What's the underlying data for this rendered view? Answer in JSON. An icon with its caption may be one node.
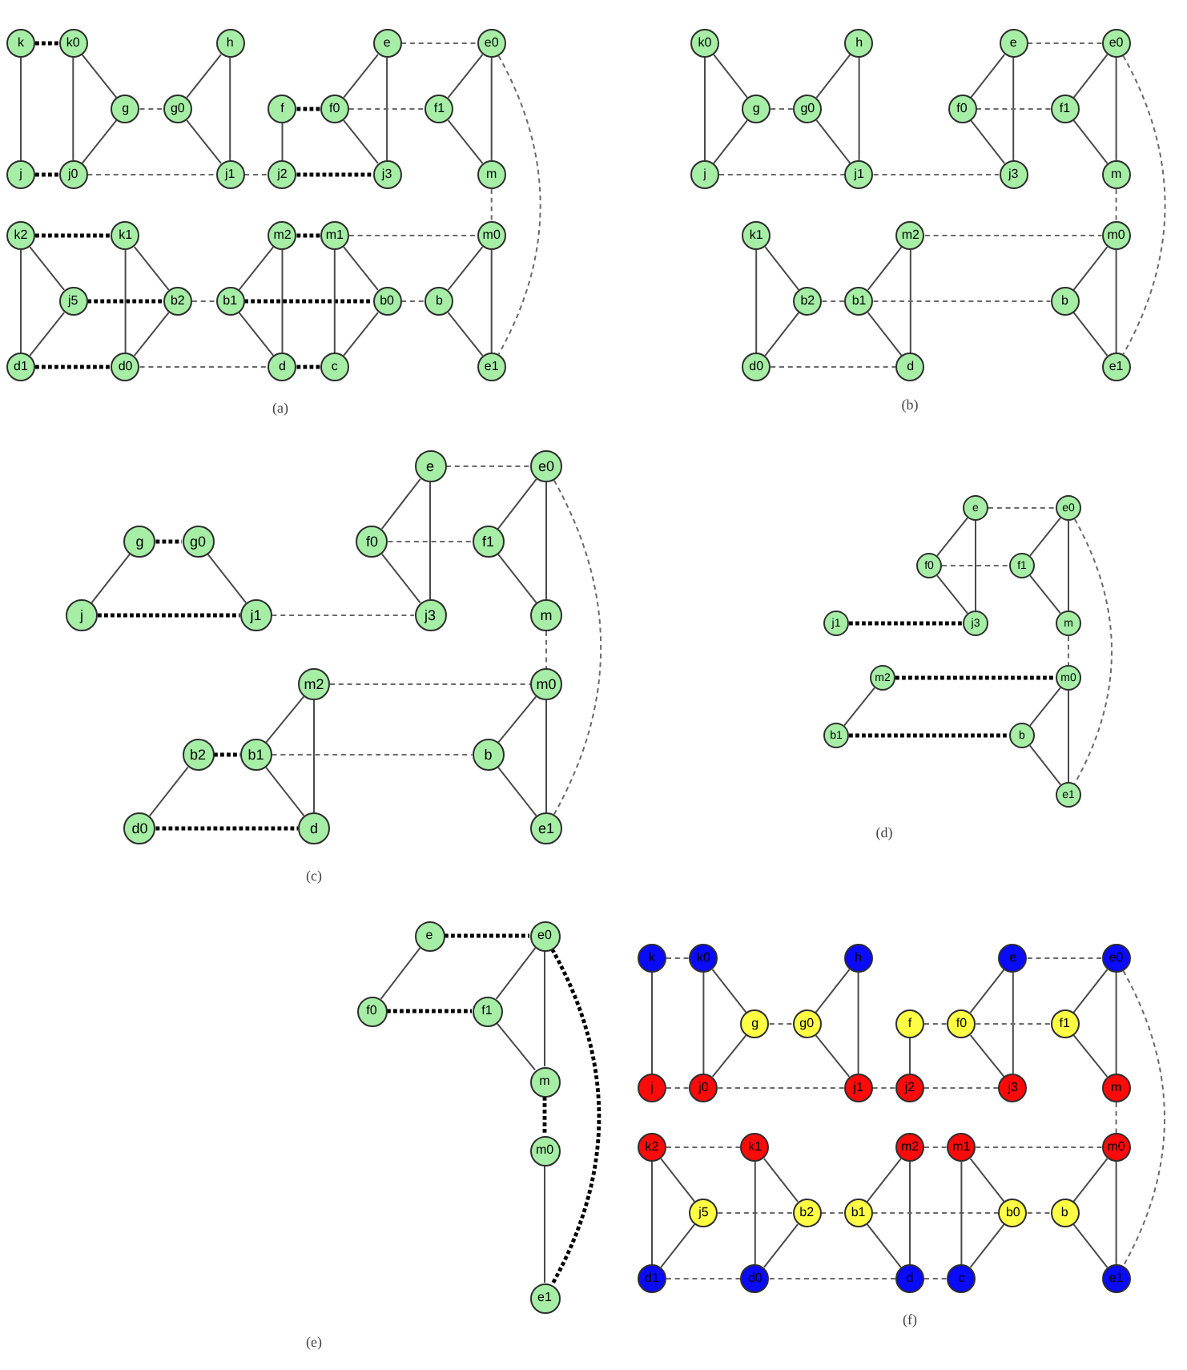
{
  "diagram": {
    "nodes": [
      {
        "text": [
          "k"
        ]
      },
      {
        "text": [
          "k0"
        ]
      },
      {
        "text": [
          "h"
        ]
      },
      {
        "text": [
          "e"
        ]
      },
      {
        "text": [
          "e0"
        ]
      },
      {
        "text": [
          "g"
        ]
      },
      {
        "text": [
          "g0"
        ]
      },
      {
        "text": [
          "f"
        ]
      },
      {
        "text": [
          "f0"
        ]
      },
      {
        "text": [
          "f1"
        ]
      },
      {
        "text": [
          "j"
        ]
      },
      {
        "text": [
          "j0"
        ]
      },
      {
        "text": [
          "j1"
        ]
      },
      {
        "text": [
          "j2"
        ]
      },
      {
        "text": [
          "j3"
        ]
      },
      {
        "text": [
          "m"
        ]
      },
      {
        "text": [
          "k2"
        ]
      },
      {
        "text": [
          "k1"
        ]
      },
      {
        "text": [
          "m2"
        ]
      },
      {
        "text": [
          "m1"
        ]
      },
      {
        "text": [
          "m0"
        ]
      },
      {
        "text": [
          "j5"
        ]
      },
      {
        "text": [
          "b2"
        ]
      },
      {
        "text": [
          "b1"
        ]
      },
      {
        "text": [
          "b0"
        ]
      },
      {
        "text": [
          "b"
        ]
      },
      {
        "text": [
          "d1"
        ]
      },
      {
        "text": [
          "d0"
        ]
      },
      {
        "text": [
          "d"
        ]
      },
      {
        "text": [
          "c"
        ]
      },
      {
        "text": [
          "e1"
        ]
      },
      {
        "text": [
          "k0"
        ]
      },
      {
        "text": [
          "h"
        ]
      },
      {
        "text": [
          "e"
        ]
      },
      {
        "text": [
          "e0"
        ]
      },
      {
        "text": [
          "g"
        ]
      },
      {
        "text": [
          "g0"
        ]
      },
      {
        "text": [
          "f0"
        ]
      },
      {
        "text": [
          "f1"
        ]
      },
      {
        "text": [
          "j"
        ]
      },
      {
        "text": [
          "j1"
        ]
      },
      {
        "text": [
          "j3"
        ]
      },
      {
        "text": [
          "m"
        ]
      },
      {
        "text": [
          "k1"
        ]
      },
      {
        "text": [
          "m2"
        ]
      },
      {
        "text": [
          "m0"
        ]
      },
      {
        "text": [
          "b2"
        ]
      },
      {
        "text": [
          "b1"
        ]
      },
      {
        "text": [
          "b"
        ]
      },
      {
        "text": [
          "d0"
        ]
      },
      {
        "text": [
          "d"
        ]
      },
      {
        "text": [
          "e1"
        ]
      },
      {
        "text": [
          "e"
        ]
      },
      {
        "text": [
          "e0"
        ]
      },
      {
        "text": [
          "g"
        ]
      },
      {
        "text": [
          "g0"
        ]
      },
      {
        "text": [
          "f0"
        ]
      },
      {
        "text": [
          "f1"
        ]
      },
      {
        "text": [
          "j"
        ]
      },
      {
        "text": [
          "j1"
        ]
      },
      {
        "text": [
          "j3"
        ]
      },
      {
        "text": [
          "m"
        ]
      },
      {
        "text": [
          "m2"
        ]
      },
      {
        "text": [
          "m0"
        ]
      },
      {
        "text": [
          "b2"
        ]
      },
      {
        "text": [
          "b1"
        ]
      },
      {
        "text": [
          "b"
        ]
      },
      {
        "text": [
          "d0"
        ]
      },
      {
        "text": [
          "d"
        ]
      },
      {
        "text": [
          "e1"
        ]
      },
      {
        "text": [
          "e"
        ]
      },
      {
        "text": [
          "e0"
        ]
      },
      {
        "text": [
          "f0"
        ]
      },
      {
        "text": [
          "f1"
        ]
      },
      {
        "text": [
          "j1"
        ]
      },
      {
        "text": [
          "j3"
        ]
      },
      {
        "text": [
          "m"
        ]
      },
      {
        "text": [
          "m2"
        ]
      },
      {
        "text": [
          "m0"
        ]
      },
      {
        "text": [
          "b1"
        ]
      },
      {
        "text": [
          "b"
        ]
      },
      {
        "text": [
          "e1"
        ]
      },
      {
        "text": [
          "e"
        ]
      },
      {
        "text": [
          "e0"
        ]
      },
      {
        "text": [
          "f0"
        ]
      },
      {
        "text": [
          "f1"
        ]
      },
      {
        "text": [
          "m"
        ]
      },
      {
        "text": [
          "m0"
        ]
      },
      {
        "text": [
          "e1"
        ]
      },
      {
        "text": [
          "k"
        ]
      },
      {
        "text": [
          "k0"
        ]
      },
      {
        "text": [
          "h"
        ]
      },
      {
        "text": [
          "e"
        ]
      },
      {
        "text": [
          "e0"
        ]
      },
      {
        "text": [
          "g"
        ]
      },
      {
        "text": [
          "g0"
        ]
      },
      {
        "text": [
          "f"
        ]
      },
      {
        "text": [
          "f0"
        ]
      },
      {
        "text": [
          "f1"
        ]
      },
      {
        "text": [
          "j"
        ]
      },
      {
        "text": [
          "j0"
        ]
      },
      {
        "text": [
          "j1"
        ]
      },
      {
        "text": [
          "j2"
        ]
      },
      {
        "text": [
          "j3"
        ]
      },
      {
        "text": [
          "m"
        ]
      },
      {
        "text": [
          "k2"
        ]
      },
      {
        "text": [
          "k1"
        ]
      },
      {
        "text": [
          "m2"
        ]
      },
      {
        "text": [
          "m1"
        ]
      },
      {
        "text": [
          "m0"
        ]
      },
      {
        "text": [
          "j5"
        ]
      },
      {
        "text": [
          "b2"
        ]
      },
      {
        "text": [
          "b1"
        ]
      },
      {
        "text": [
          "b0"
        ]
      },
      {
        "text": [
          "b"
        ]
      },
      {
        "text": [
          "d1"
        ]
      },
      {
        "text": [
          "d0"
        ]
      },
      {
        "text": [
          "d"
        ]
      },
      {
        "text": [
          "c"
        ]
      },
      {
        "text": [
          "e1"
        ]
      }
    ],
    "edges": [
      {
        "from": 0,
        "to": 1,
        "arrow": "none",
        "style": "dashed",
        "color": "#000000"
      },
      {
        "from": 0,
        "to": 10,
        "arrow": "none"
      },
      {
        "from": 1,
        "to": 11,
        "arrow": "none"
      },
      {
        "from": 1,
        "to": 5,
        "arrow": "none"
      },
      {
        "from": 5,
        "to": 11,
        "arrow": "none"
      },
      {
        "from": 5,
        "to": 6,
        "arrow": "none",
        "style": "dashed"
      },
      {
        "from": 6,
        "to": 2,
        "arrow": "none"
      },
      {
        "from": 6,
        "to": 12,
        "arrow": "none"
      },
      {
        "from": 2,
        "to": 12,
        "arrow": "none"
      },
      {
        "from": 10,
        "to": 11,
        "arrow": "none",
        "style": "dashed",
        "color": "#000000"
      },
      {
        "from": 11,
        "to": 12,
        "arrow": "none",
        "style": "dashed"
      },
      {
        "from": 12,
        "to": 13,
        "arrow": "none",
        "style": "dashed"
      },
      {
        "from": 13,
        "to": 14,
        "arrow": "none",
        "style": "dashed",
        "color": "#000000"
      },
      {
        "from": 7,
        "to": 8,
        "arrow": "none",
        "style": "dashed",
        "color": "#000000"
      },
      {
        "from": 7,
        "to": 13,
        "arrow": "none"
      },
      {
        "from": 3,
        "to": 8,
        "arrow": "none"
      },
      {
        "from": 3,
        "to": 14,
        "arrow": "none"
      },
      {
        "from": 8,
        "to": 14,
        "arrow": "none"
      },
      {
        "from": 3,
        "to": 4,
        "arrow": "none",
        "style": "dashed"
      },
      {
        "from": 8,
        "to": 9,
        "arrow": "none",
        "style": "dashed"
      },
      {
        "from": 4,
        "to": 9,
        "arrow": "none"
      },
      {
        "from": 4,
        "to": 15,
        "arrow": "none"
      },
      {
        "from": 9,
        "to": 15,
        "arrow": "none"
      },
      {
        "from": 15,
        "to": 20,
        "arrow": "none",
        "style": "dashed"
      },
      {
        "from": 4,
        "to": 30,
        "arrow": "none",
        "style": "dashed"
      },
      {
        "from": 16,
        "to": 17,
        "arrow": "none",
        "style": "dashed",
        "color": "#000000"
      },
      {
        "from": 16,
        "to": 21,
        "arrow": "none"
      },
      {
        "from": 16,
        "to": 26,
        "arrow": "none"
      },
      {
        "from": 21,
        "to": 26,
        "arrow": "none"
      },
      {
        "from": 21,
        "to": 22,
        "arrow": "none",
        "style": "dashed",
        "color": "#000000"
      },
      {
        "from": 17,
        "to": 22,
        "arrow": "none"
      },
      {
        "from": 17,
        "to": 27,
        "arrow": "none"
      },
      {
        "from": 22,
        "to": 27,
        "arrow": "none"
      },
      {
        "from": 26,
        "to": 27,
        "arrow": "none",
        "style": "dashed",
        "color": "#000000"
      },
      {
        "from": 22,
        "to": 23,
        "arrow": "none",
        "style": "dashed"
      },
      {
        "from": 23,
        "to": 18,
        "arrow": "none"
      },
      {
        "from": 23,
        "to": 28,
        "arrow": "none"
      },
      {
        "from": 18,
        "to": 28,
        "arrow": "none"
      },
      {
        "from": 18,
        "to": 19,
        "arrow": "none",
        "style": "dashed",
        "color": "#000000"
      },
      {
        "from": 23,
        "to": 24,
        "arrow": "none",
        "style": "dashed",
        "color": "#000000"
      },
      {
        "from": 19,
        "to": 29,
        "arrow": "none"
      },
      {
        "from": 19,
        "to": 24,
        "arrow": "none"
      },
      {
        "from": 24,
        "to": 29,
        "arrow": "none"
      },
      {
        "from": 27,
        "to": 28,
        "arrow": "none",
        "style": "dashed"
      },
      {
        "from": 28,
        "to": 29,
        "arrow": "none",
        "style": "dashed",
        "color": "#000000"
      },
      {
        "from": 19,
        "to": 20,
        "arrow": "none",
        "style": "dashed"
      },
      {
        "from": 24,
        "to": 25,
        "arrow": "none",
        "style": "dashed"
      },
      {
        "from": 20,
        "to": 25,
        "arrow": "none"
      },
      {
        "from": 20,
        "to": 30,
        "arrow": "none"
      },
      {
        "from": 25,
        "to": 30,
        "arrow": "none"
      },
      {
        "from": 31,
        "to": 35,
        "arrow": "none"
      },
      {
        "from": 31,
        "to": 39,
        "arrow": "none"
      },
      {
        "from": 35,
        "to": 39,
        "arrow": "none"
      },
      {
        "from": 35,
        "to": 36,
        "arrow": "none",
        "style": "dashed"
      },
      {
        "from": 36,
        "to": 32,
        "arrow": "none"
      },
      {
        "from": 36,
        "to": 40,
        "arrow": "none"
      },
      {
        "from": 32,
        "to": 40,
        "arrow": "none"
      },
      {
        "from": 39,
        "to": 40,
        "arrow": "none",
        "style": "dashed"
      },
      {
        "from": 40,
        "to": 41,
        "arrow": "none",
        "style": "dashed"
      },
      {
        "from": 33,
        "to": 37,
        "arrow": "none"
      },
      {
        "from": 33,
        "to": 41,
        "arrow": "none"
      },
      {
        "from": 37,
        "to": 41,
        "arrow": "none"
      },
      {
        "from": 33,
        "to": 34,
        "arrow": "none",
        "style": "dashed"
      },
      {
        "from": 37,
        "to": 38,
        "arrow": "none",
        "style": "dashed"
      },
      {
        "from": 34,
        "to": 38,
        "arrow": "none"
      },
      {
        "from": 34,
        "to": 42,
        "arrow": "none"
      },
      {
        "from": 38,
        "to": 42,
        "arrow": "none"
      },
      {
        "from": 42,
        "to": 45,
        "arrow": "none",
        "style": "dashed"
      },
      {
        "from": 34,
        "to": 51,
        "arrow": "none",
        "style": "dashed"
      },
      {
        "from": 43,
        "to": 46,
        "arrow": "none"
      },
      {
        "from": 43,
        "to": 49,
        "arrow": "none"
      },
      {
        "from": 46,
        "to": 49,
        "arrow": "none"
      },
      {
        "from": 46,
        "to": 47,
        "arrow": "none",
        "style": "dashed"
      },
      {
        "from": 47,
        "to": 44,
        "arrow": "none"
      },
      {
        "from": 47,
        "to": 50,
        "arrow": "none"
      },
      {
        "from": 44,
        "to": 50,
        "arrow": "none"
      },
      {
        "from": 44,
        "to": 45,
        "arrow": "none",
        "style": "dashed"
      },
      {
        "from": 47,
        "to": 48,
        "arrow": "none",
        "style": "dashed"
      },
      {
        "from": 49,
        "to": 50,
        "arrow": "none",
        "style": "dashed"
      },
      {
        "from": 45,
        "to": 48,
        "arrow": "none"
      },
      {
        "from": 45,
        "to": 51,
        "arrow": "none"
      },
      {
        "from": 48,
        "to": 51,
        "arrow": "none"
      },
      {
        "from": 54,
        "to": 55,
        "arrow": "none",
        "style": "dashed",
        "color": "#000000"
      },
      {
        "from": 54,
        "to": 58,
        "arrow": "none"
      },
      {
        "from": 55,
        "to": 59,
        "arrow": "none"
      },
      {
        "from": 58,
        "to": 59,
        "arrow": "none",
        "style": "dashed",
        "color": "#000000"
      },
      {
        "from": 59,
        "to": 60,
        "arrow": "none",
        "style": "dashed"
      },
      {
        "from": 52,
        "to": 56,
        "arrow": "none"
      },
      {
        "from": 52,
        "to": 60,
        "arrow": "none"
      },
      {
        "from": 56,
        "to": 60,
        "arrow": "none"
      },
      {
        "from": 52,
        "to": 53,
        "arrow": "none",
        "style": "dashed"
      },
      {
        "from": 56,
        "to": 57,
        "arrow": "none",
        "style": "dashed"
      },
      {
        "from": 53,
        "to": 57,
        "arrow": "none"
      },
      {
        "from": 53,
        "to": 61,
        "arrow": "none"
      },
      {
        "from": 57,
        "to": 61,
        "arrow": "none"
      },
      {
        "from": 61,
        "to": 63,
        "arrow": "none",
        "style": "dashed"
      },
      {
        "from": 53,
        "to": 69,
        "arrow": "none",
        "style": "dashed"
      },
      {
        "from": 62,
        "to": 63,
        "arrow": "none",
        "style": "dashed"
      },
      {
        "from": 62,
        "to": 65,
        "arrow": "none"
      },
      {
        "from": 62,
        "to": 68,
        "arrow": "none"
      },
      {
        "from": 65,
        "to": 68,
        "arrow": "none"
      },
      {
        "from": 64,
        "to": 65,
        "arrow": "none",
        "style": "dashed",
        "color": "#000000"
      },
      {
        "from": 64,
        "to": 67,
        "arrow": "none"
      },
      {
        "from": 67,
        "to": 68,
        "arrow": "none",
        "style": "dashed",
        "color": "#000000"
      },
      {
        "from": 65,
        "to": 66,
        "arrow": "none",
        "style": "dashed"
      },
      {
        "from": 63,
        "to": 66,
        "arrow": "none"
      },
      {
        "from": 63,
        "to": 69,
        "arrow": "none"
      },
      {
        "from": 66,
        "to": 69,
        "arrow": "none"
      },
      {
        "from": 70,
        "to": 71,
        "arrow": "none",
        "style": "dashed"
      },
      {
        "from": 70,
        "to": 72,
        "arrow": "none"
      },
      {
        "from": 70,
        "to": 75,
        "arrow": "none"
      },
      {
        "from": 72,
        "to": 75,
        "arrow": "none"
      },
      {
        "from": 72,
        "to": 73,
        "arrow": "none",
        "style": "dashed"
      },
      {
        "from": 71,
        "to": 73,
        "arrow": "none"
      },
      {
        "from": 71,
        "to": 76,
        "arrow": "none"
      },
      {
        "from": 73,
        "to": 76,
        "arrow": "none"
      },
      {
        "from": 74,
        "to": 75,
        "arrow": "none",
        "style": "dashed",
        "color": "#000000"
      },
      {
        "from": 76,
        "to": 78,
        "arrow": "none",
        "style": "dashed"
      },
      {
        "from": 71,
        "to": 81,
        "arrow": "none",
        "style": "dashed"
      },
      {
        "from": 77,
        "to": 78,
        "arrow": "none",
        "style": "dashed",
        "color": "#000000"
      },
      {
        "from": 77,
        "to": 79,
        "arrow": "none"
      },
      {
        "from": 79,
        "to": 80,
        "arrow": "none",
        "style": "dashed",
        "color": "#000000"
      },
      {
        "from": 78,
        "to": 80,
        "arrow": "none"
      },
      {
        "from": 78,
        "to": 81,
        "arrow": "none"
      },
      {
        "from": 80,
        "to": 81,
        "arrow": "none"
      },
      {
        "from": 82,
        "to": 83,
        "arrow": "none",
        "style": "dashed",
        "color": "#000000"
      },
      {
        "from": 82,
        "to": 84,
        "arrow": "none"
      },
      {
        "from": 84,
        "to": 85,
        "arrow": "none",
        "style": "dashed",
        "color": "#000000"
      },
      {
        "from": 83,
        "to": 85,
        "arrow": "none"
      },
      {
        "from": 83,
        "to": 86,
        "arrow": "none"
      },
      {
        "from": 85,
        "to": 86,
        "arrow": "none"
      },
      {
        "from": 86,
        "to": 87,
        "arrow": "none",
        "style": "dashed",
        "color": "#000000"
      },
      {
        "from": 87,
        "to": 88,
        "arrow": "none"
      },
      {
        "from": 83,
        "to": 88,
        "arrow": "none",
        "style": "dashed",
        "color": "#000000"
      },
      {
        "from": 89,
        "to": 90,
        "arrow": "none",
        "style": "dashed"
      },
      {
        "from": 89,
        "to": 99,
        "arrow": "none"
      },
      {
        "from": 90,
        "to": 100,
        "arrow": "none"
      },
      {
        "from": 90,
        "to": 94,
        "arrow": "none"
      },
      {
        "from": 94,
        "to": 100,
        "arrow": "none"
      },
      {
        "from": 94,
        "to": 95,
        "arrow": "none",
        "style": "dashed"
      },
      {
        "from": 95,
        "to": 91,
        "arrow": "none"
      },
      {
        "from": 95,
        "to": 101,
        "arrow": "none"
      },
      {
        "from": 91,
        "to": 101,
        "arrow": "none"
      },
      {
        "from": 99,
        "to": 100,
        "arrow": "none",
        "style": "dashed"
      },
      {
        "from": 100,
        "to": 101,
        "arrow": "none",
        "style": "dashed"
      },
      {
        "from": 101,
        "to": 102,
        "arrow": "none",
        "style": "dashed"
      },
      {
        "from": 102,
        "to": 103,
        "arrow": "none",
        "style": "dashed"
      },
      {
        "from": 96,
        "to": 97,
        "arrow": "none",
        "style": "dashed"
      },
      {
        "from": 96,
        "to": 102,
        "arrow": "none"
      },
      {
        "from": 92,
        "to": 97,
        "arrow": "none"
      },
      {
        "from": 92,
        "to": 103,
        "arrow": "none"
      },
      {
        "from": 97,
        "to": 103,
        "arrow": "none"
      },
      {
        "from": 92,
        "to": 93,
        "arrow": "none",
        "style": "dashed"
      },
      {
        "from": 97,
        "to": 98,
        "arrow": "none",
        "style": "dashed"
      },
      {
        "from": 93,
        "to": 98,
        "arrow": "none"
      },
      {
        "from": 93,
        "to": 104,
        "arrow": "none"
      },
      {
        "from": 98,
        "to": 104,
        "arrow": "none"
      },
      {
        "from": 104,
        "to": 109,
        "arrow": "none",
        "style": "dashed"
      },
      {
        "from": 93,
        "to": 119,
        "arrow": "none",
        "style": "dashed"
      },
      {
        "from": 105,
        "to": 106,
        "arrow": "none",
        "style": "dashed"
      },
      {
        "from": 105,
        "to": 110,
        "arrow": "none"
      },
      {
        "from": 105,
        "to": 115,
        "arrow": "none"
      },
      {
        "from": 110,
        "to": 115,
        "arrow": "none"
      },
      {
        "from": 110,
        "to": 111,
        "arrow": "none",
        "style": "dashed"
      },
      {
        "from": 106,
        "to": 111,
        "arrow": "none"
      },
      {
        "from": 106,
        "to": 116,
        "arrow": "none"
      },
      {
        "from": 111,
        "to": 116,
        "arrow": "none"
      },
      {
        "from": 115,
        "to": 116,
        "arrow": "none",
        "style": "dashed"
      },
      {
        "from": 111,
        "to": 112,
        "arrow": "none",
        "style": "dashed"
      },
      {
        "from": 112,
        "to": 107,
        "arrow": "none"
      },
      {
        "from": 112,
        "to": 117,
        "arrow": "none"
      },
      {
        "from": 107,
        "to": 117,
        "arrow": "none"
      },
      {
        "from": 107,
        "to": 108,
        "arrow": "none",
        "style": "dashed"
      },
      {
        "from": 112,
        "to": 113,
        "arrow": "none",
        "style": "dashed"
      },
      {
        "from": 108,
        "to": 118,
        "arrow": "none"
      },
      {
        "from": 108,
        "to": 113,
        "arrow": "none"
      },
      {
        "from": 113,
        "to": 118,
        "arrow": "none"
      },
      {
        "from": 116,
        "to": 117,
        "arrow": "none",
        "style": "dashed"
      },
      {
        "from": 117,
        "to": 118,
        "arrow": "none",
        "style": "dashed"
      },
      {
        "from": 108,
        "to": 109,
        "arrow": "none",
        "style": "dashed"
      },
      {
        "from": 113,
        "to": 114,
        "arrow": "none",
        "style": "dashed"
      },
      {
        "from": 109,
        "to": 114,
        "arrow": "none"
      },
      {
        "from": 109,
        "to": 119,
        "arrow": "none"
      },
      {
        "from": 114,
        "to": 119,
        "arrow": "none"
      }
    ],
    "labels": [
      "(a)",
      "(b)",
      "(c)",
      "(d)",
      "(e)",
      "(f)"
    ]
  }
}
